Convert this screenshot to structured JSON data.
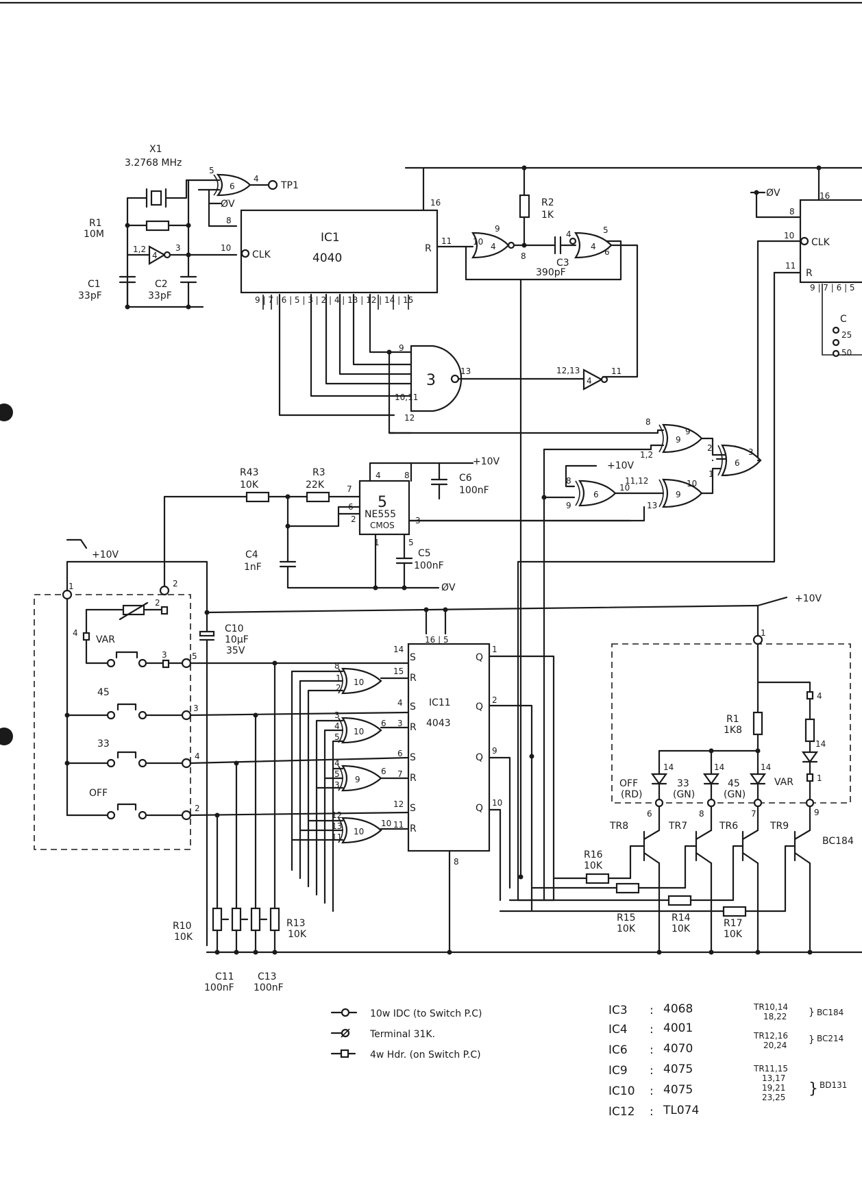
{
  "crystal": {
    "ref": "X1",
    "freq": "3.2768 MHz",
    "testpoint": "TP1"
  },
  "ic1": {
    "ref": "IC1",
    "part": "4040",
    "clk": "CLK",
    "reset": "R"
  },
  "ic11": {
    "ref": "IC11",
    "part": "4043",
    "s": "S",
    "r": "R",
    "q": "Q"
  },
  "counter2": {
    "clk": "CLK",
    "reset": "R"
  },
  "timer": {
    "ref": "5",
    "part1": "NE555",
    "part2": "CMOS"
  },
  "gates": {
    "g3": "3",
    "g4": "4",
    "g6": "6",
    "g9": "9",
    "g10": "10"
  },
  "components": {
    "r1": "R1",
    "r1v": "10M",
    "c1": "C1",
    "c1v": "33pF",
    "c2": "C2",
    "c2v": "33pF",
    "r2": "R2",
    "r2v": "1K",
    "c3": "C3",
    "c3v": "390pF",
    "r43": "R43",
    "r43v": "10K",
    "r3": "R3",
    "r3v": "22K",
    "c4": "C4",
    "c4v": "1nF",
    "c5": "C5",
    "c5v": "100nF",
    "c6": "C6",
    "c6v": "100nF",
    "c10": "C10",
    "c10v": "10µF",
    "c10v2": "35V",
    "r10": "R10",
    "r10v": "10K",
    "r13": "R13",
    "r13v": "10K",
    "c11": "C11",
    "c11v": "100nF",
    "c13": "C13",
    "c13v": "100nF",
    "r16": "R16",
    "r16v": "10K",
    "r15": "R15",
    "r15v": "10K",
    "r14": "R14",
    "r14v": "10K",
    "r17": "R17",
    "r17v": "10K",
    "r1b": "R1",
    "r1bv": "1K8"
  },
  "rails": {
    "vplus": "+10V",
    "zero": "ØV"
  },
  "switches": {
    "var": "VAR",
    "s45": "45",
    "s33": "33",
    "off": "OFF"
  },
  "leds": {
    "off": "OFF",
    "off_c": "(RD)",
    "s33": "33",
    "s33_c": "(GN)",
    "s45": "45",
    "s45_c": "(GN)",
    "var": "VAR"
  },
  "transistors": {
    "tr8": "TR8",
    "tr7": "TR7",
    "tr6": "TR6",
    "tr9": "TR9",
    "part": "BC184"
  },
  "selector": {
    "c": "C",
    "v25": "25",
    "v50": "50"
  },
  "legend": [
    {
      "sym": "-O-",
      "text": "10w IDC (to Switch P.C)"
    },
    {
      "sym": "-Ø",
      "text": "Terminal 31K."
    },
    {
      "sym": "-□-",
      "text": "4w Hdr. (on Switch P.C)"
    }
  ],
  "ic_table": [
    {
      "ref": "IC3",
      "part": "4068"
    },
    {
      "ref": "IC4",
      "part": "4001"
    },
    {
      "ref": "IC6",
      "part": "4070"
    },
    {
      "ref": "IC9",
      "part": "4075"
    },
    {
      "ref": "IC10",
      "part": "4075"
    },
    {
      "ref": "IC12",
      "part": "TL074"
    }
  ],
  "tr_table": [
    {
      "refs1": "TR10,14",
      "refs2": "18,22",
      "part": "BC184"
    },
    {
      "refs1": "TR12,16",
      "refs2": "20,24",
      "part": "BC214"
    },
    {
      "refs1": "TR11,15",
      "refs2": "13,17",
      "refs3": "19,21",
      "refs4": "23,25",
      "part": "BD131"
    }
  ]
}
